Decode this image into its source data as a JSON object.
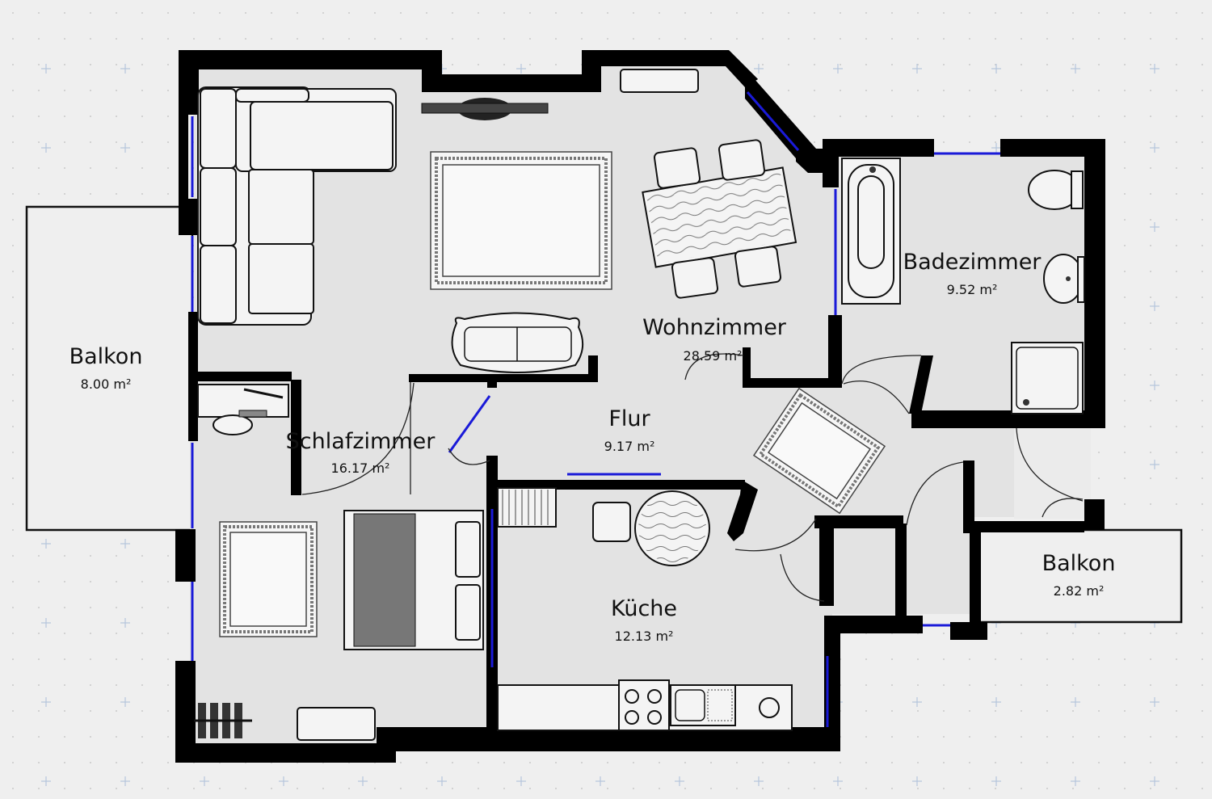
{
  "rooms": [
    {
      "id": "wohnzimmer",
      "name": "Wohnzimmer",
      "area": "28.59 m²"
    },
    {
      "id": "badezimmer",
      "name": "Badezimmer",
      "area": "9.52 m²"
    },
    {
      "id": "balkon-west",
      "name": "Balkon",
      "area": "8.00 m²"
    },
    {
      "id": "flur",
      "name": "Flur",
      "area": "9.17 m²"
    },
    {
      "id": "schlafzimmer",
      "name": "Schlafzimmer",
      "area": "16.17 m²"
    },
    {
      "id": "kueche",
      "name": "Küche",
      "area": "12.13 m²"
    },
    {
      "id": "balkon-east",
      "name": "Balkon",
      "area": "2.82 m²"
    }
  ],
  "colors": {
    "background": "#efefef",
    "floor": "#e3e3e3",
    "wall": "#000000",
    "window": "#1a1ad8",
    "grid": "#b6c6dc"
  }
}
